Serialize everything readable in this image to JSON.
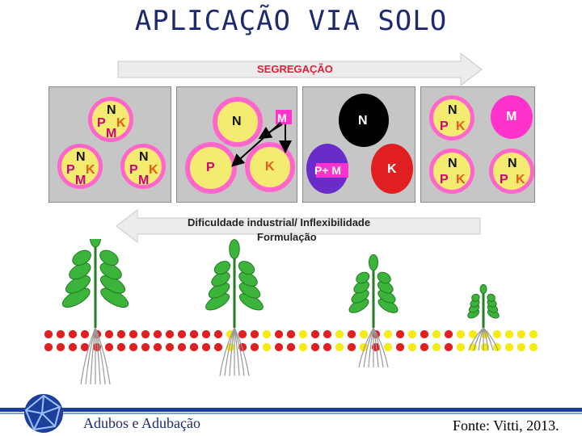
{
  "title": "APLICAÇÃO VIA SOLO",
  "top_arrow_label": "SEGREGAÇÃO",
  "bottom_arrow_line1": "Dificuldade industrial/ Inflexibilidade",
  "bottom_arrow_line2": "Formulação",
  "nutrients": {
    "n": "N",
    "p": "P",
    "k": "K",
    "m": "M",
    "pm": "P+ M"
  },
  "footer_left": "Adubos e Adubação",
  "footer_right": "Fonte: Vitti, 2013.",
  "colors": {
    "title": "#1d2a6e",
    "magenta": "#ff33cc",
    "yellow": "#f4ec70",
    "red": "#e02020",
    "purple": "#6a2cc8",
    "black": "#000000",
    "green": "#2aa02a"
  }
}
